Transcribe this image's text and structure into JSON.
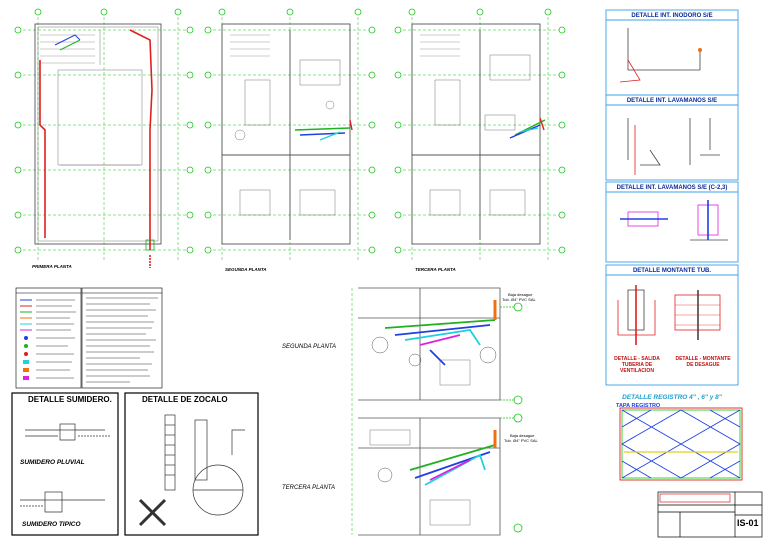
{
  "plans": {
    "primera": "PRIMERA PLANTA",
    "segunda": "SEGUNDA PLANTA",
    "tercera": "TERCERA PLANTA",
    "segunda_detail": "SEGUNDA PLANTA",
    "tercera_detail": "TERCERA PLANTA"
  },
  "details": {
    "inodoro": "DETALLE INT. INODORO  S/E",
    "lavamanos": "DETALLE INT. LAVAMANOS  S/E",
    "lavamanos_c23": "DETALLE INT. LAVAMANOS  S/E (C-2,3)",
    "montante": "DETALLE MONTANTE TUB.",
    "salida_tuberia": "DETALLE - SALIDA TUBERIA DE VENTILACION",
    "montante_desague": "DETALLE - MONTANTE DE DESAGUE",
    "registro": "DETALLE  REGISTRO 4\" , 6\" y 8\"",
    "tapa": "TAPA  REGISTRO",
    "sumidero": "DETALLE SUMIDERO.",
    "zocalo": "DETALLE DE ZOCALO",
    "sumidero_pluvial": "SUMIDERO PLUVIAL",
    "sumidero_tipico": "SUMIDERO TIPICO"
  },
  "notes": {
    "baja_desague_1": "Baja desague",
    "baja_desague_1b": "Tub. Ø4\" PVC SAL",
    "baja_desague_2": "Baja desague",
    "baja_desague_2b": "Tub. Ø4\" PVC SAL"
  },
  "title_block": {
    "sheet": "IS-01"
  },
  "colors": {
    "grid": "#14c814",
    "frame_blue": "#3aa0e8",
    "pipe_red": "#e02020",
    "pipe_orange": "#f07010",
    "pipe_green": "#20b020",
    "pipe_blue": "#2040e0",
    "pipe_cyan": "#20d0e0",
    "pipe_magenta": "#e020e0"
  }
}
